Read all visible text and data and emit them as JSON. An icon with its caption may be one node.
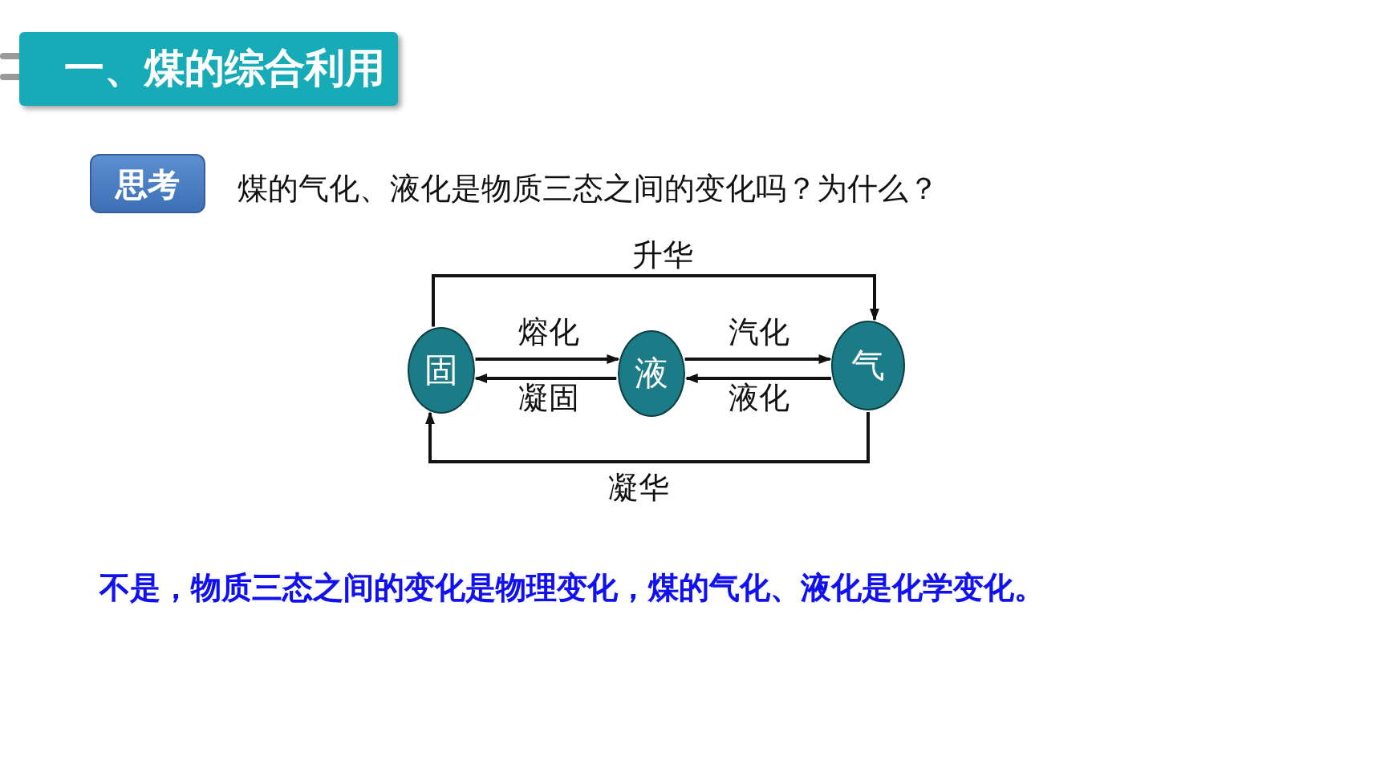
{
  "diagram": {
    "title": "一、煤的综合利用",
    "nodes": [
      {
        "text": [
          "思考"
        ],
        "beside": [
          "煤的气化、液化是物质三态之间的变化吗？为什么？"
        ]
      },
      {
        "text": [
          "固"
        ]
      },
      {
        "text": [
          "液"
        ]
      },
      {
        "text": [
          "气"
        ]
      }
    ],
    "edges": [
      {
        "from": 1,
        "to": 2,
        "arrow": "to",
        "label": "熔化"
      },
      {
        "from": 2,
        "to": 1,
        "arrow": "to",
        "label": "凝固"
      },
      {
        "from": 2,
        "to": 3,
        "arrow": "to",
        "label": "汽化"
      },
      {
        "from": 3,
        "to": 2,
        "arrow": "to",
        "label": "液化"
      },
      {
        "from": 1,
        "to": 3,
        "arrow": "to",
        "label": "升华"
      },
      {
        "from": 3,
        "to": 1,
        "arrow": "to",
        "label": "凝华"
      }
    ],
    "labels": [
      "不是，物质三态之间的变化是物理变化，煤的气化、液化是化学变化。"
    ]
  }
}
